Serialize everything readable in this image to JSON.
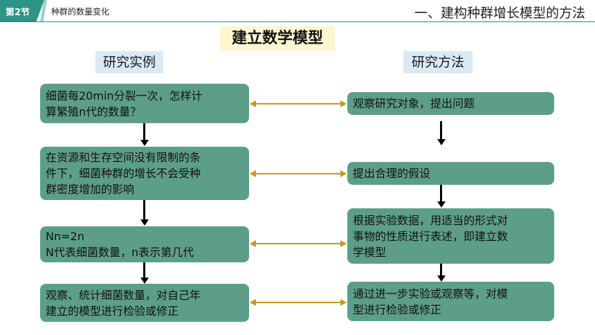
{
  "header": {
    "section_tab": "第2节",
    "section_title": "种群的数量变化",
    "page_heading": "一、建构种群增长模型的方法"
  },
  "main_title": "建立数学模型",
  "columns": {
    "left_label": "研究实例",
    "right_label": "研究方法"
  },
  "left_steps": [
    "细菌每20min分裂一次，怎样计\n算繁殖n代的数量？",
    "在资源和生存空间没有限制的条\n件下，细菌种群的增长不会受种\n群密度增加的影响",
    "Nn=2n\nN代表细菌数量，n表示第几代",
    "观察、统计细菌数量，对自己年\n建立的模型进行检验或修正"
  ],
  "right_steps": [
    "观察研究对象，提出问题",
    "提出合理的假设",
    "根据实验数据，用适当的形式对\n事物的性质进行表述，即建立数\n学模型",
    "通过进一步实验或观察等，对模\n型进行检验或修正"
  ],
  "colors": {
    "accent": "#2e9488",
    "box_fill": "#5d9e8b",
    "title_bg": "#fff6d0",
    "label_bg": "#d9eaf5",
    "connector": "#c29a1c"
  }
}
